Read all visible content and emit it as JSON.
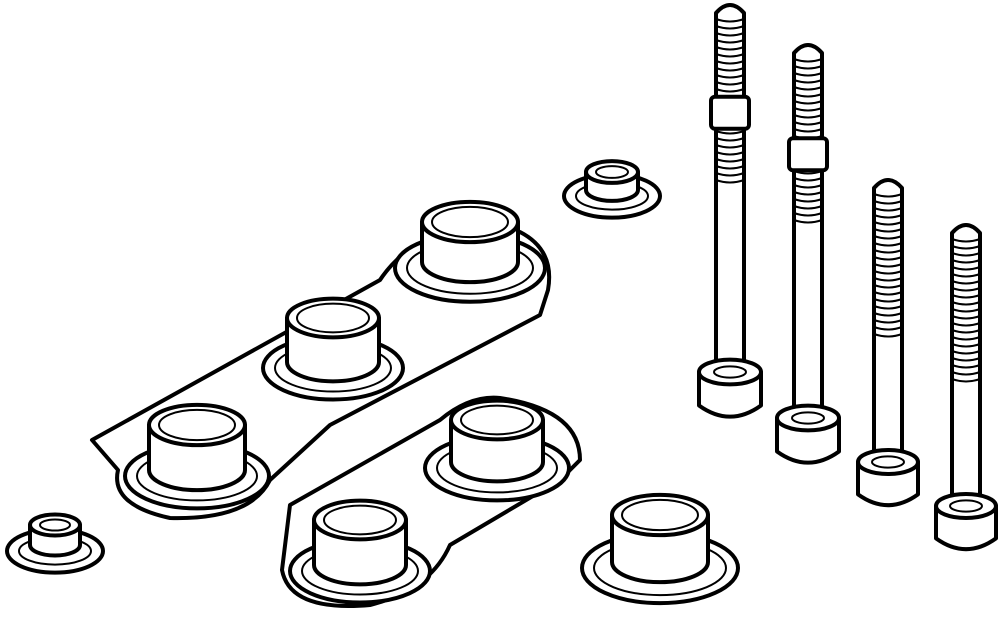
{
  "illustration": {
    "subject": "mounting-kit-parts",
    "parts": [
      {
        "kind": "gasket-plate",
        "bushings": 3
      },
      {
        "kind": "gasket-plate",
        "bushings": 2
      },
      {
        "kind": "washer-bushing",
        "size": "small"
      },
      {
        "kind": "washer-bushing",
        "size": "small"
      },
      {
        "kind": "washer-bushing",
        "size": "large"
      },
      {
        "kind": "socket-head-screw",
        "style": "with-collar"
      },
      {
        "kind": "socket-head-screw",
        "style": "with-collar"
      },
      {
        "kind": "socket-head-screw",
        "style": "plain"
      },
      {
        "kind": "socket-head-screw",
        "style": "plain"
      }
    ]
  },
  "colors": {
    "stroke": "#000000",
    "background": "#ffffff"
  }
}
